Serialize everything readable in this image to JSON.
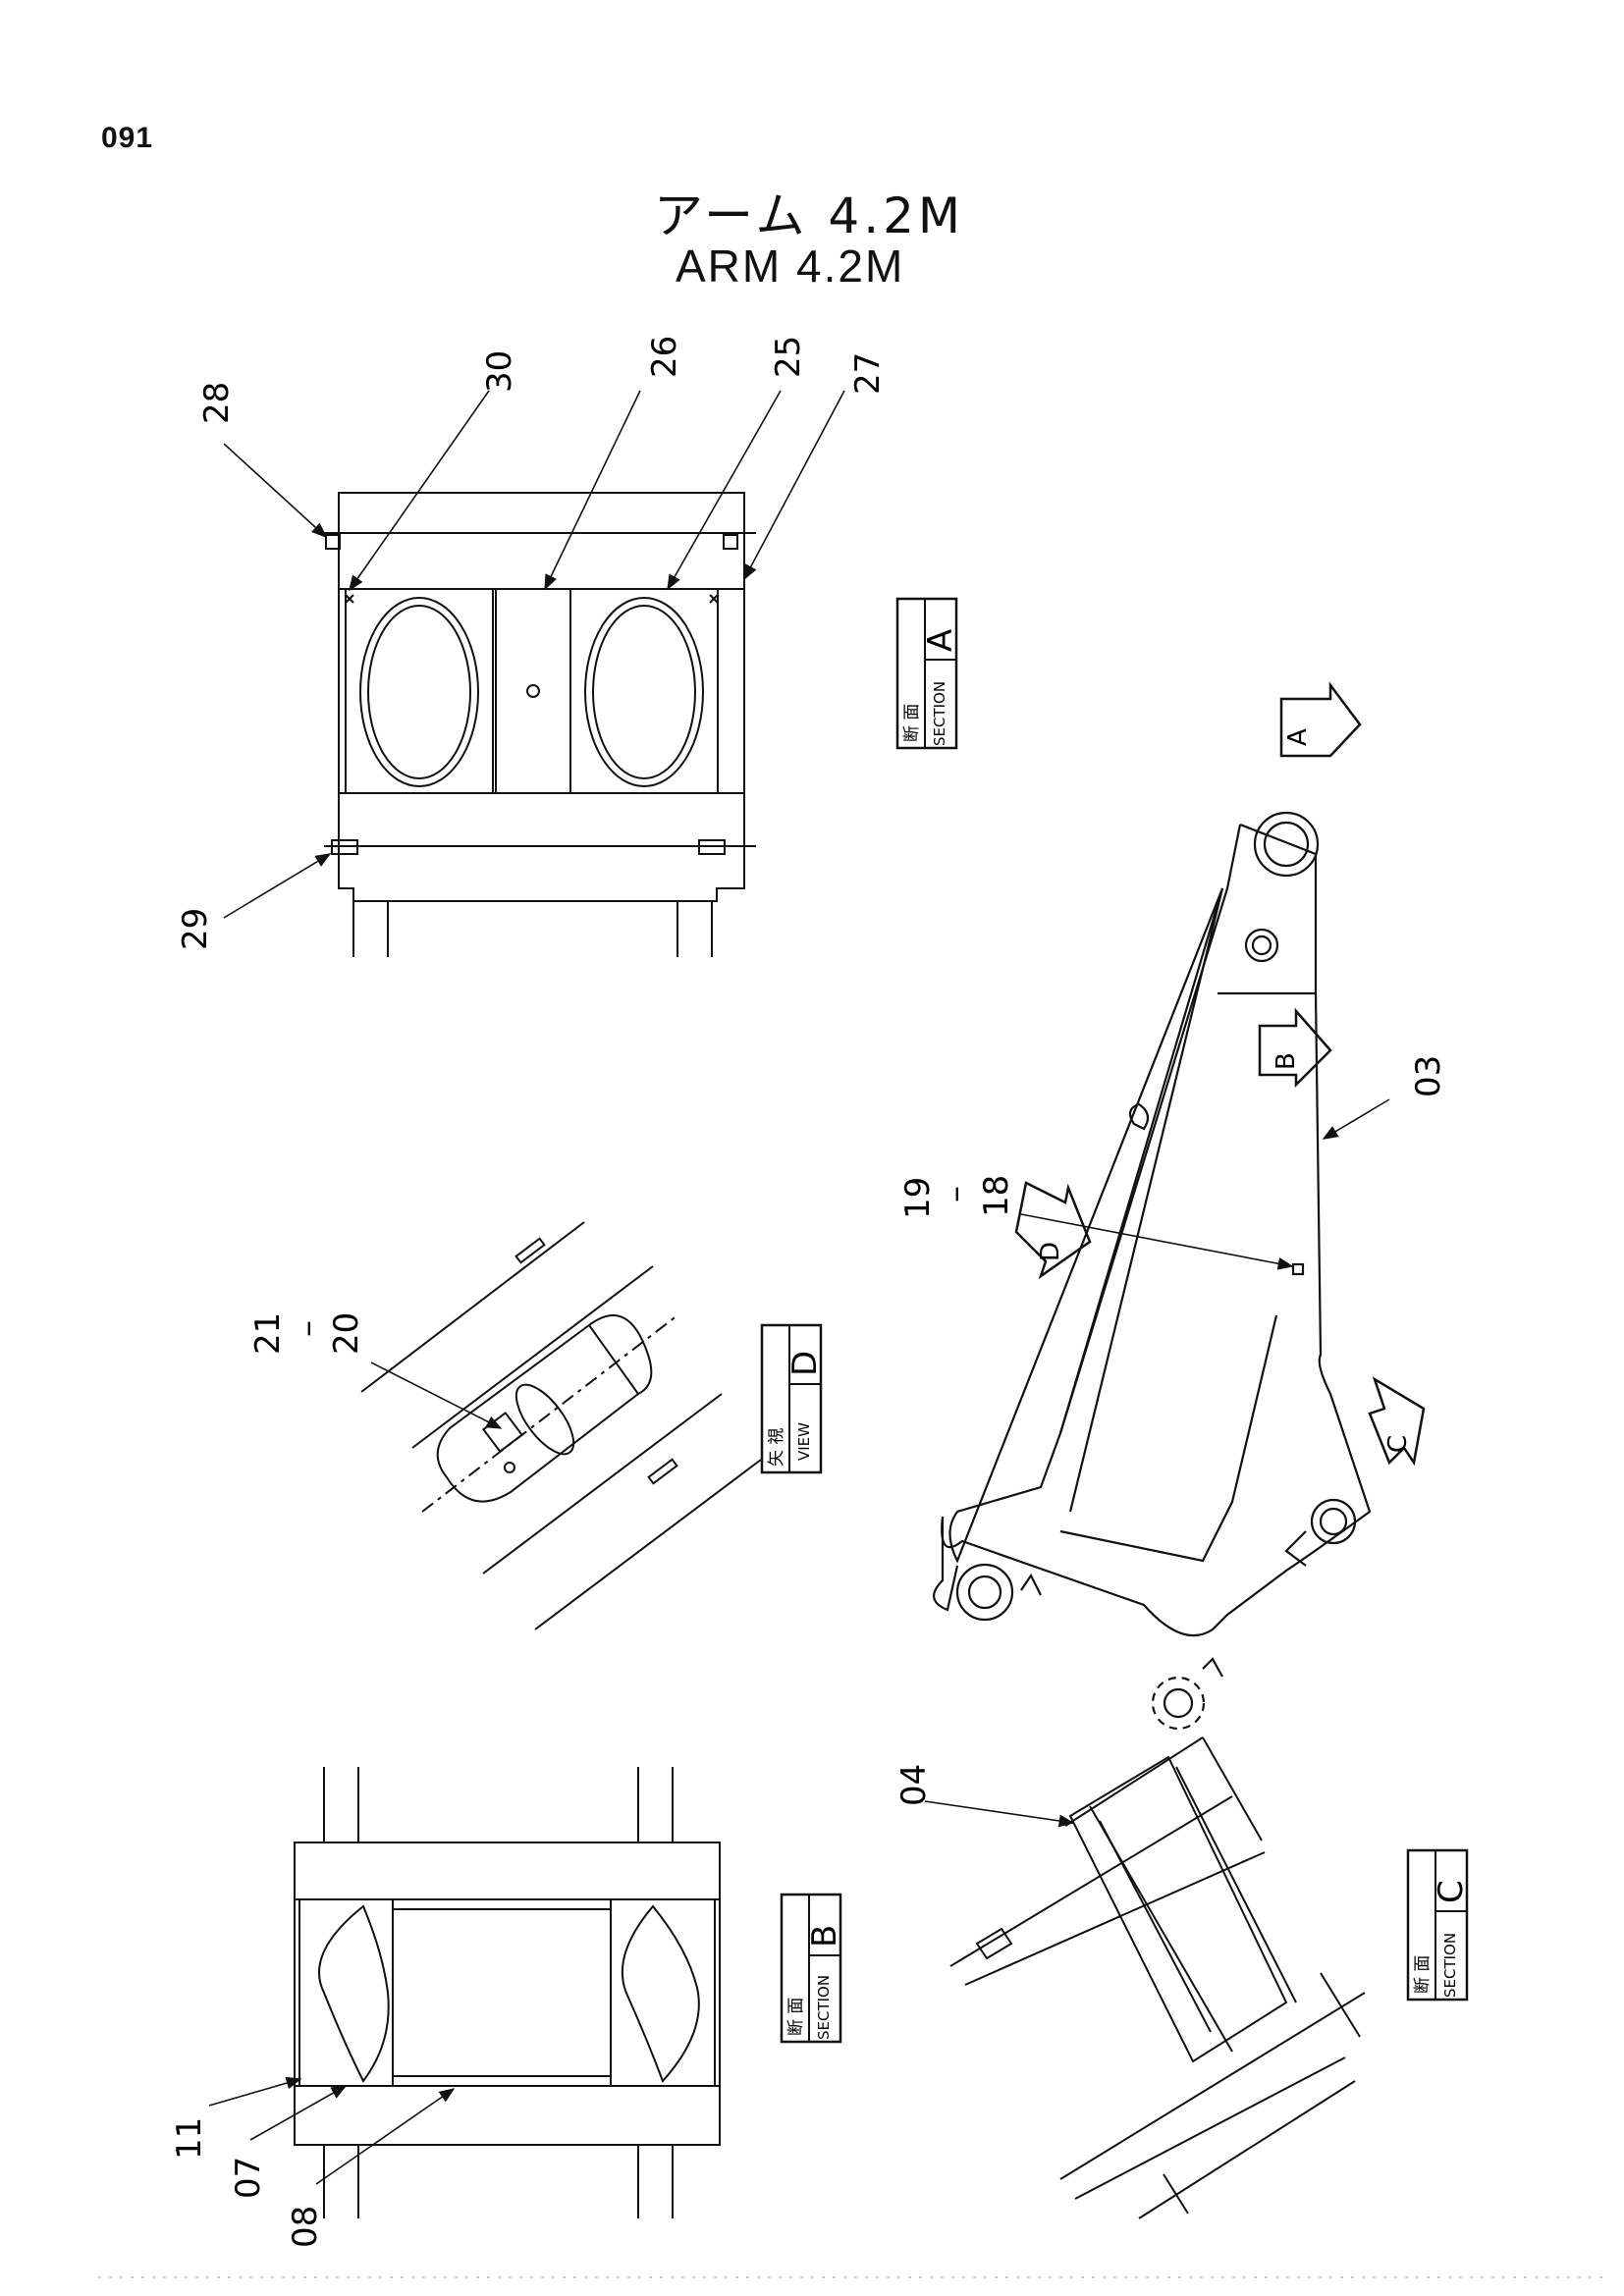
{
  "page_number": "091",
  "title": {
    "japanese": "アーム 4.2M",
    "english": "ARM   4.2M"
  },
  "views": {
    "section_a": {
      "kanji": "断 面",
      "word": "SECTION",
      "letter": "A"
    },
    "section_b": {
      "kanji": "断 面",
      "word": "SECTION",
      "letter": "B"
    },
    "section_c": {
      "kanji": "断 面",
      "word": "SECTION",
      "letter": "C"
    },
    "view_d": {
      "kanji": "矢 視",
      "word": "VIEW",
      "letter": "D"
    }
  },
  "arrow_letters": {
    "a": "A",
    "b": "B",
    "c": "C",
    "d": "D"
  },
  "callouts": {
    "c28": "28",
    "c30": "30",
    "c26": "26",
    "c25": "25",
    "c27": "27",
    "c29": "29",
    "c03": "03",
    "c19": "19",
    "c18": "18",
    "c21": "21",
    "c20": "20",
    "c04": "04",
    "c11": "11",
    "c07": "07",
    "c08": "08",
    "dash_19_18": "–",
    "dash_21_20": "–"
  }
}
